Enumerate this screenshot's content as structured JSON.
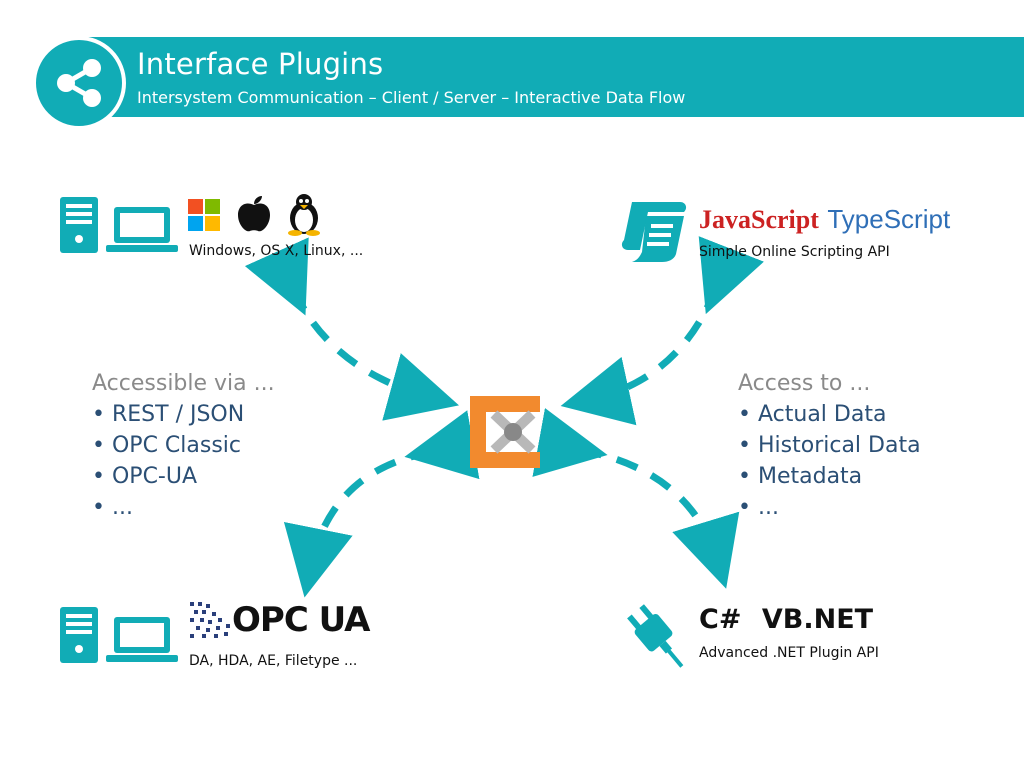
{
  "header": {
    "title": "Interface Plugins",
    "subtitle": "Intersystem Communication – Client / Server – Interactive Data Flow",
    "icon": "share-icon",
    "color": "#11acb6"
  },
  "nodes": {
    "top_left": {
      "caption": "Windows, OS X, Linux, ...",
      "icons": [
        "server-icon",
        "laptop-icon",
        "windows-logo",
        "apple-logo",
        "linux-penguin-logo"
      ]
    },
    "top_right": {
      "js_label": "JavaScript",
      "ts_label": "TypeScript",
      "caption": "Simple Online Scripting API",
      "icons": [
        "script-scroll-icon"
      ]
    },
    "bottom_left": {
      "logo_label": "OPC UA",
      "caption": "DA, HDA, AE, Filetype ...",
      "icons": [
        "server-icon",
        "laptop-icon",
        "opc-ua-logo"
      ]
    },
    "bottom_right": {
      "csharp_label": "C#",
      "vbnet_label": "VB.NET",
      "caption": "Advanced .NET Plugin API",
      "icons": [
        "plug-icon"
      ]
    },
    "center": {
      "icon": "central-app-logo",
      "accent": "#f28a2e"
    }
  },
  "left_list": {
    "heading": "Accessible via ...",
    "items": [
      "REST / JSON",
      "OPC Classic",
      "OPC-UA",
      "..."
    ]
  },
  "right_list": {
    "heading": "Access to ...",
    "items": [
      "Actual Data",
      "Historical Data",
      "Metadata",
      "..."
    ]
  },
  "colors": {
    "accent": "#11acb6",
    "list_text": "#2b4f75",
    "list_heading": "#8a8a8a",
    "orange": "#f28a2e"
  }
}
